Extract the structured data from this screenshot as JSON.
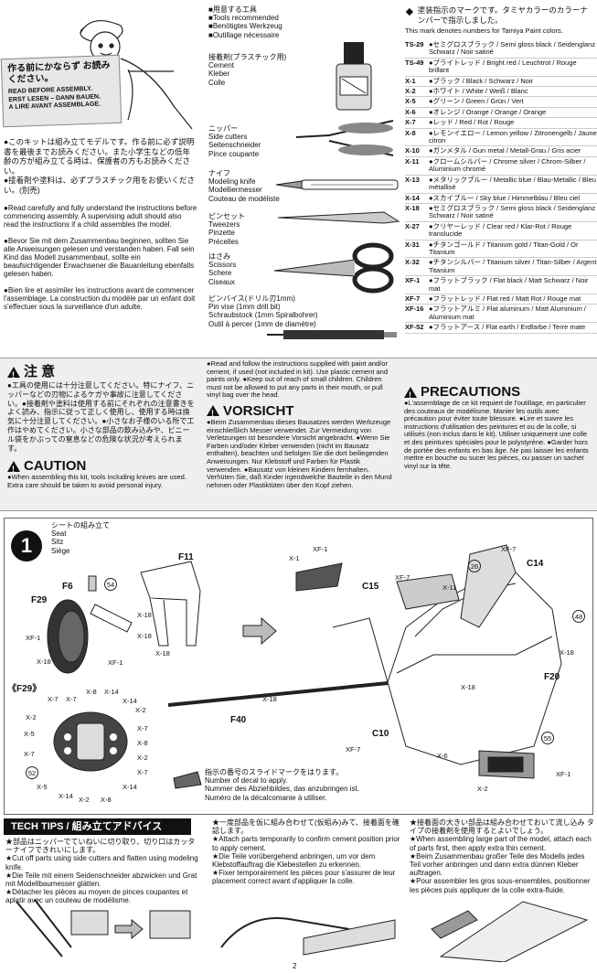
{
  "sign": {
    "jp": "作る前にかならず お読みください。",
    "en1": "READ BEFORE ASSEMBLY.",
    "en2": "ERST LESEN – DANN BAUEN.",
    "en3": "A LIRE AVANT ASSEMBLAGE."
  },
  "intro": {
    "jp1": "●このキットは組み立てモデルです。作る前に必ず説明書を最後までお読みください。また小学生などの低年齢の方が組み立てる時は、保護者の方もお読みください。",
    "jp2": "●接着剤や塗料は、必ずプラスチック用をお使いください。(別売)",
    "en": "●Read carefully and fully understand the instructions before commencing assembly. A supervising adult should also read the instructions if a child assembles the model.",
    "de": "●Bevor Sie mit dem Zusammenbau beginnen, sollten Sie alle Anweisungen gelesen und verstanden haben. Fall sein Kind das Modell zusammenbaut, sollte ein beaufsichtigender Erwachsener die Bauanleitung ebenfalls gelesen haben.",
    "fr": "●Bien lire et assimiler les instructions avant de commencer l'assemblage. La construction du modèle par un enfant doit s'effectuer sous la surveillance d'un adulte."
  },
  "tools": {
    "header_jp": "■用意する工具",
    "header_en": "■Tools recommended",
    "header_de": "■Benötigtes Werkzeug",
    "header_fr": "■Outillage nécessaire",
    "items": [
      {
        "jp": "接着剤(プラスチック用)",
        "lines": [
          "Cement",
          "Kleber",
          "Colle"
        ]
      },
      {
        "jp": "ニッパー",
        "lines": [
          "Side cutters",
          "Seitenschneider",
          "Pince coupante"
        ]
      },
      {
        "jp": "ナイフ",
        "lines": [
          "Modeling knife",
          "Modelliermesser",
          "Couteau de modéliste"
        ]
      },
      {
        "jp": "ピンセット",
        "lines": [
          "Tweezers",
          "Pinzette",
          "Précelles"
        ]
      },
      {
        "jp": "はさみ",
        "lines": [
          "Scissors",
          "Schere",
          "Ciseaux"
        ]
      },
      {
        "jp": "ピンバイス(ドリル刃1mm)",
        "lines": [
          "Pin vise (1mm drill bit)",
          "Schraubstock (1mm Spiralbohrer)",
          "Outil à percer (1mm de diamètre)"
        ]
      }
    ]
  },
  "paint": {
    "header_jp": "塗装指示のマークです。タミヤカラーのカラーナンバーで指示しました。",
    "header_en": "This mark denotes numbers for Tamiya Paint colors.",
    "rows": [
      {
        "code": "TS-29",
        "name": "●セミグロスブラック / Semi gloss black / Seidenglanz Schwarz / Noir satiné"
      },
      {
        "code": "TS-49",
        "name": "●ブライトレッド / Bright red / Leuchtrot / Rouge brillant"
      },
      {
        "code": "X-1",
        "name": "●ブラック / Black / Schwarz / Noir"
      },
      {
        "code": "X-2",
        "name": "●ホワイト / White / Weiß / Blanc"
      },
      {
        "code": "X-5",
        "name": "●グリーン / Green / Grün / Vert"
      },
      {
        "code": "X-6",
        "name": "●オレンジ / Orange / Orange / Orange"
      },
      {
        "code": "X-7",
        "name": "●レッド / Red / Rot / Rouge"
      },
      {
        "code": "X-8",
        "name": "●レモンイエロー / Lemon yellow / Zitronengelb / Jaune citron"
      },
      {
        "code": "X-10",
        "name": "●ガンメタル / Gun metal / Metall-Grau / Gris acier"
      },
      {
        "code": "X-11",
        "name": "●クロームシルバー / Chrome silver / Chrom-Silber / Aluminium chromé"
      },
      {
        "code": "X-13",
        "name": "●メタリックブルー / Metallic blue / Blau-Metallic / Bleu métallisé"
      },
      {
        "code": "X-14",
        "name": "●スカイブルー / Sky blue / Himmelblau / Bleu ciel"
      },
      {
        "code": "X-18",
        "name": "●セミグロスブラック / Semi gloss black / Seidenglanz Schwarz / Noir satiné"
      },
      {
        "code": "X-27",
        "name": "●クリヤーレッド / Clear red / Klar-Rot / Rouge translucide"
      },
      {
        "code": "X-31",
        "name": "●チタンゴールド / Titanium gold / Titan-Gold / Or Titanium"
      },
      {
        "code": "X-32",
        "name": "●チタンシルバー / Titanium silver / Titan-Silber / Argent Titanium"
      },
      {
        "code": "XF-1",
        "name": "●フラットブラック / Flat black / Matt Schwarz / Noir mat"
      },
      {
        "code": "XF-7",
        "name": "●フラットレッド / Flat red / Matt Rot / Rouge mat"
      },
      {
        "code": "XF-16",
        "name": "●フラットアルミ / Flat aluminum / Matt Aluminium / Aluminium mat"
      },
      {
        "code": "XF-52",
        "name": "●フラットアース / Flat earth / Erdfarbe / Terre mate"
      }
    ]
  },
  "caution": {
    "jp_title": "注 意",
    "jp_text": "●工具の使用には十分注意してください。特にナイフ、ニッパーなどの刃物によるケガや事故に注意してください。●接着剤や塗料は使用する前にそれぞれの注意書きをよく読み、指示に従って正しく使用し、使用する時は換気に十分注意してください。●小さなお子様のいる所で工作はやめてください。小さな部品の飲み込みや、ビニール袋をかぶっての窒息などの危険な状況が考えられます。",
    "en_title": "CAUTION",
    "en_text": "●When assembling this kit, tools including knives are used. Extra care should be taken to avoid personal injury.",
    "col2_text": "●Read and follow the instructions supplied with paint and/or cement, if used (not included in kit). Use plastic cement and paints only. ●Keep out of reach of small children. Children must not be allowed to put any parts in their mouth, or pull vinyl bag over the head.",
    "de_title": "VORSICHT",
    "de_text": "●Beim Zusammenbau dieses Bausatzes werden Werkzeuge einschließlich Messer verwendet. Zur Vermeidung von Verletzungen ist besondere Vorsicht angebracht. ●Wenn Sie Farben und/oder Kleber verwenden (nicht im Bausatz enthalten), beachten und befolgen Sie die dort beiliegenden Anweisungen. Nur Klebstoff und Farben für Plastik verwenden. ●Bausatz von kleinen Kindern fernhalten. Verhüten Sie, daß Kinder irgendwelche Bauteile in den Mund nehmen oder Plastiktüten über den Kopf ziehen.",
    "fr_title": "PRECAUTIONS",
    "fr_text": "●L'assemblage de ce kit requiert de l'outillage, en particulier des couteaux de modélisme. Manier les outils avec précaution pour éviter toute blessure. ●Lire et suivre les instructions d'utilisation des peintures et ou de la colle, si utilisés (non inclus dans le kit). Utiliser uniquement une colle et des peintures spéciales pour le polystyrène. ●Garder hors de portée des enfants en bas âge. Ne pas laisser les enfants mettre en bouche ou sucer les pièces, ou passer un sachet vinyl sur la tête."
  },
  "step": {
    "number": "1",
    "title_jp": "シートの組み立て",
    "title_en": "Seat",
    "title_de": "Sitz",
    "title_fr": "Siège",
    "parts": {
      "F11": "F11",
      "F6": "F6",
      "F29": "F29",
      "F40": "F40",
      "C15": "C15",
      "C14": "C14",
      "C10": "C10",
      "F20": "F20",
      "F29_detail": "《F29》"
    },
    "paint_tags": [
      "XF-1",
      "X-18",
      "X-18",
      "XF-1",
      "X-18",
      "X-18",
      "X-18",
      "X-1",
      "XF-1",
      "XF-7",
      "X-11",
      "XF-7",
      "X-18",
      "X-18",
      "XF-7",
      "X-6",
      "X-2",
      "XF-1"
    ],
    "dial_tags": [
      "X-7",
      "X-8",
      "X-14",
      "X-2",
      "X-7",
      "X-5",
      "X-7",
      "X-8",
      "X-2",
      "X-7",
      "X-5",
      "X-14",
      "X-2",
      "X-8",
      "X-14",
      "X-7",
      "X-2",
      "X-14"
    ],
    "decals": [
      "54",
      "52",
      "26",
      "48",
      "55"
    ],
    "decal_note_jp": "指示の番号のスライドマークをはります。",
    "decal_note": [
      "Number of decal to apply.",
      "Nummer des Abziehbildes, das anzubringen ist.",
      "Numéro de la décalcomanie à utiliser."
    ]
  },
  "tech": {
    "title": "TECH TIPS / 組み立てアドバイス",
    "col1": [
      "★部品はニッパーでていねいに切り取り、切り口はカッターナイフできれいにします。",
      "★Cut off parts using side cutters and flatten using modeling knife.",
      "★Die Teile mit einem Seidenschneider abzwicken und Grat mit Modellbaumesser glätten.",
      "★Détacher les pièces au moyen de pinces coupantes et aplatir avec un couteau de modélisme."
    ],
    "col2": [
      "★一度部品を仮に組み合わせて(仮組み)みて、接着面を確認します。",
      "★Attach parts temporarily to confirm cement position prior to apply cement.",
      "★Die Teile vorübergehend anbringen, um vor dem Klebstoffauftrag die Klebestellen zu erkennen.",
      "★Fixer temporairement les pièces pour s'assurer de leur placement correct avant d'appliquer la colle."
    ],
    "col3": [
      "★接着面の大きい部品は組み合わせておいて流し込み タイプの接着剤を使用するとよいでしょう。",
      "★When assembling large part of the model, attach each of parts first, then apply extra thin cement.",
      "★Beim Zusammenbau großer Teile des Modells jedes Teil vorher anbringen und dann extra dünnen Kleber auftragen.",
      "★Pour assembler les gros sous-ensembles, positionner les pièces puis appliquer de la colle extra-fluide."
    ]
  },
  "page_number": "2"
}
